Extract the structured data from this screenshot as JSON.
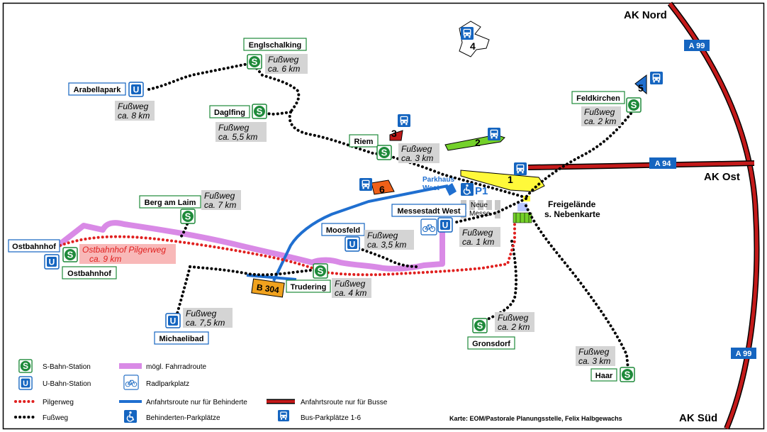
{
  "motorways": {
    "ak_nord": "AK Nord",
    "ak_ost": "AK Ost",
    "ak_sued": "AK Süd",
    "a99_top": "A 99",
    "a99_bottom": "A 99",
    "a94": "A 94",
    "b304": "B 304"
  },
  "stations": {
    "englschalking": "Englschalking",
    "arabellapark": "Arabellapark",
    "daglfing": "Daglfing",
    "riem": "Riem",
    "feldkirchen": "Feldkirchen",
    "berg_am_laim": "Berg am Laim",
    "ostbahnhof_u": "Ostbahnhof",
    "ostbahnhof_s": "Ostbahnhof",
    "moosfeld": "Moosfeld",
    "messestadt_west": "Messestadt West",
    "trudering": "Trudering",
    "michaelibad": "Michaelibad",
    "gronsdorf": "Gronsdorf",
    "haar": "Haar"
  },
  "walks": {
    "englschalking": [
      "Fußweg",
      "ca. 6 km"
    ],
    "arabellapark": [
      "Fußweg",
      "ca. 8 km"
    ],
    "daglfing": [
      "Fußweg",
      "ca. 5,5 km"
    ],
    "riem": [
      "Fußweg",
      "ca. 3 km"
    ],
    "feldkirchen": [
      "Fußweg",
      "ca. 2 km"
    ],
    "berg_am_laim": [
      "Fußweg",
      "ca. 7 km"
    ],
    "moosfeld": [
      "Fußweg",
      "ca. 3,5 km"
    ],
    "messestadt_west": [
      "Fußweg",
      "ca. 1 km"
    ],
    "trudering": [
      "Fußweg",
      "ca. 4 km"
    ],
    "michaelibad": [
      "Fußweg",
      "ca. 7,5 km"
    ],
    "gronsdorf": [
      "Fußweg",
      "ca. 2 km"
    ],
    "haar": [
      "Fußweg",
      "ca. 3 km"
    ]
  },
  "pilgerweg": {
    "name": "Ostbahnhof Pilgerweg",
    "distance": "ca. 9 km"
  },
  "bus_parking": [
    "1",
    "2",
    "3",
    "4",
    "5",
    "6"
  ],
  "fair": {
    "parkhaus_line1": "Parkhaus",
    "parkhaus_line2": "West",
    "p1": "P1",
    "neue_messe_line1": "Neue",
    "neue_messe_line2": "Messe",
    "freigelaende_line1": "Freigelände",
    "freigelaende_line2": "s. Nebenkarte"
  },
  "icons": {
    "s_bahn": "S",
    "u_bahn": "U"
  },
  "legend": {
    "s_bahn": "S-Bahn-Station",
    "u_bahn": "U-Bahn-Station",
    "pilgerweg": "Pilgerweg",
    "fussweg": "Fußweg",
    "fahrradroute": "mögl. Fahrradroute",
    "radparkplatz": "Radlparkplatz",
    "behinderte_route": "Anfahrtsroute nur für Behinderte",
    "behinderte_parken": "Behinderten-Parkplätze",
    "bus_route": "Anfahrtsroute nur für Busse",
    "bus_parken": "Bus-Parkplätze 1-6"
  },
  "credit": "Karte: EOM/Pastorale Planungsstelle, Felix Halbgewachs",
  "colors": {
    "s_bahn": "#1e8a3a",
    "u_bahn": "#1565c0",
    "pilgerweg": "#e0201f",
    "fahrradroute": "#d98ae6",
    "behinderte": "#1f6fd0",
    "bus_route": "#c41a1a",
    "walk_box": "#d4d4d4"
  }
}
